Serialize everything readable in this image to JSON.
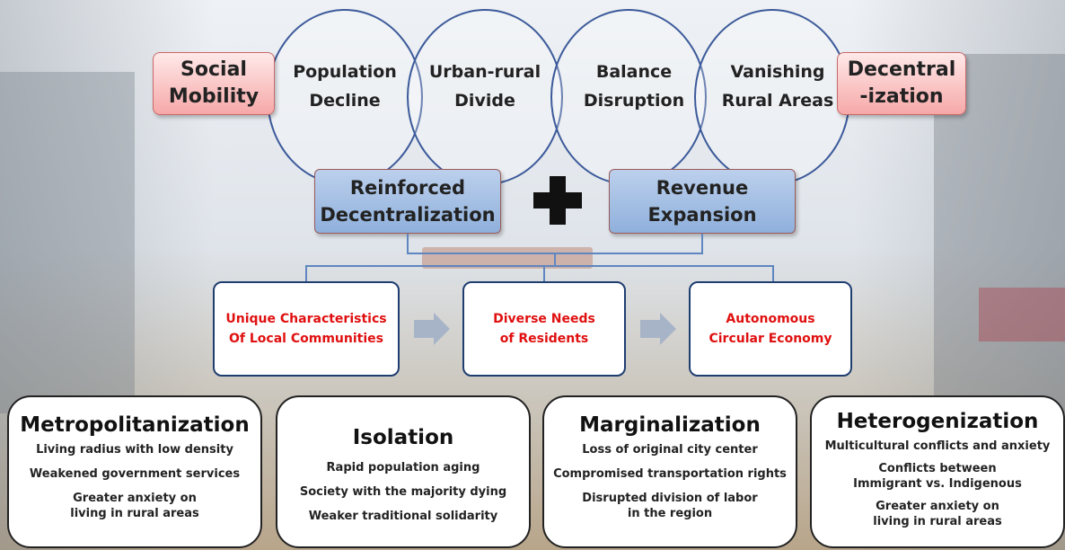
{
  "top_row": {
    "left_box": "Social\nMobility",
    "right_box": "Decentral\n-ization",
    "circles": [
      "Population\nDecline",
      "Urban-rural\nDivide",
      "Balance\nDisruption",
      "Vanishing\nRural Areas"
    ]
  },
  "middle": {
    "left_box": "Reinforced\nDecentralization",
    "right_box": "Revenue\nExpansion"
  },
  "flow": [
    "Unique Characteristics\nOf Local Communities",
    "Diverse Needs\nof Residents",
    "Autonomous\nCircular Economy"
  ],
  "panels": [
    {
      "title": "Metropolitanization",
      "items": [
        "Living radius with low density",
        "Weakened government services",
        "Greater anxiety on\nliving in rural areas"
      ]
    },
    {
      "title": "Isolation",
      "items": [
        "Rapid population aging",
        "Society with the majority dying",
        "Weaker traditional solidarity"
      ]
    },
    {
      "title": "Marginalization",
      "items": [
        "Loss of original city center",
        "Compromised transportation rights",
        "Disrupted division of labor\nin the region"
      ]
    },
    {
      "title": "Heterogenization",
      "items": [
        "Multicultural conflicts and anxiety",
        "Conflicts between\nImmigrant vs. Indigenous",
        "Greater anxiety on\nliving in rural areas"
      ]
    }
  ],
  "colors": {
    "circle_border": "#3c5a9a",
    "pink_box": "#f6a8a8",
    "blue_box": "#8fb0dc",
    "flow_text": "#e01010",
    "connector": "#5f86c0",
    "flow_arrow": "#a7b4c7"
  },
  "icons": {
    "plus": "plus-icon",
    "flow_arrow": "right-arrow-icon"
  }
}
